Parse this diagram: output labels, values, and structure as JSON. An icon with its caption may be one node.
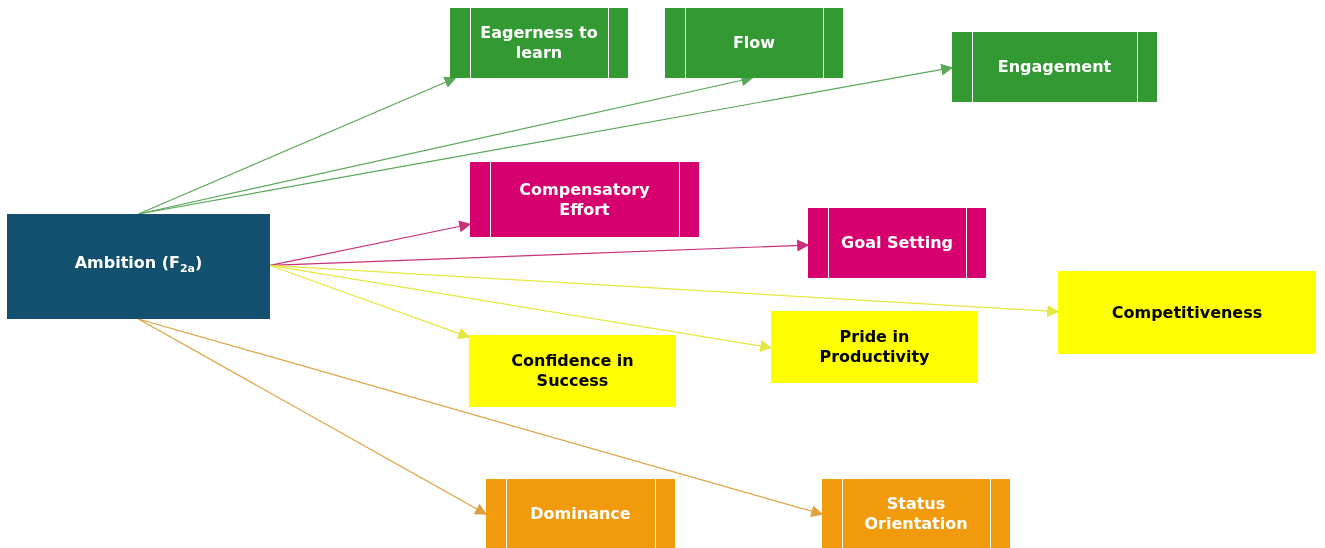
{
  "diagram": {
    "nodes": [
      {
        "text": [
          "Ambition (F$_{2a}$)"
        ]
      },
      {
        "text": [
          "Eagerness to learn"
        ]
      },
      {
        "text": [
          "Flow"
        ]
      },
      {
        "text": [
          "Engagement"
        ]
      },
      {
        "text": [
          "Compensatory Effort"
        ]
      },
      {
        "text": [
          "Goal Setting"
        ]
      },
      {
        "text": [
          "Competitiveness"
        ]
      },
      {
        "text": [
          "Pride in Productivity"
        ]
      },
      {
        "text": [
          "Confidence in Success"
        ]
      },
      {
        "text": [
          "Dominance"
        ]
      },
      {
        "text": [
          "Status Orientation"
        ]
      }
    ],
    "edges": [
      {
        "from": 0,
        "to": 1,
        "arrow": "to",
        "color": "#5aa85a"
      },
      {
        "from": 0,
        "to": 2,
        "arrow": "to",
        "color": "#5aa85a"
      },
      {
        "from": 0,
        "to": 3,
        "arrow": "to",
        "color": "#5aa85a"
      },
      {
        "from": 0,
        "to": 4,
        "arrow": "to",
        "color": "#c8307a"
      },
      {
        "from": 0,
        "to": 5,
        "arrow": "to",
        "color": "#c8307a"
      },
      {
        "from": 0,
        "to": 6,
        "arrow": "to",
        "color": "#e6e640"
      },
      {
        "from": 0,
        "to": 7,
        "arrow": "to",
        "color": "#e6e640"
      },
      {
        "from": 0,
        "to": 8,
        "arrow": "to",
        "color": "#e6e640"
      },
      {
        "from": 0,
        "to": 9,
        "arrow": "to",
        "color": "#e0a040"
      },
      {
        "from": 0,
        "to": 10,
        "arrow": "to",
        "color": "#e0a040"
      }
    ]
  }
}
